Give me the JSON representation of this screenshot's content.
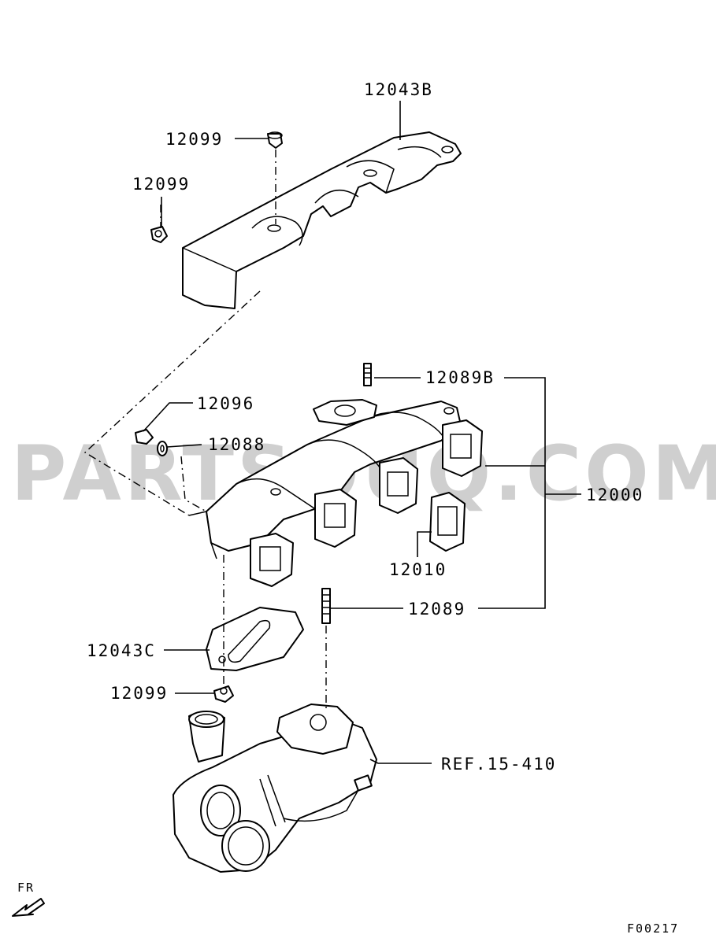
{
  "watermark": "PARTSOUQ.COM",
  "callouts": {
    "heat_shield_upper": "12043B",
    "bolt_upper_a": "12099",
    "bolt_upper_b": "12099",
    "nut_12096": "12096",
    "washer_12088": "12088",
    "stud_12089b": "12089B",
    "manifold_assy": "12000",
    "gasket_12010": "12010",
    "stud_12089": "12089",
    "heat_shield_lower": "12043C",
    "bolt_lower": "12099",
    "turbo_ref": "REF.15-410"
  },
  "direction_marker": "FR",
  "figure_code": "F00217",
  "icons": [
    "arrow-front-icon"
  ]
}
